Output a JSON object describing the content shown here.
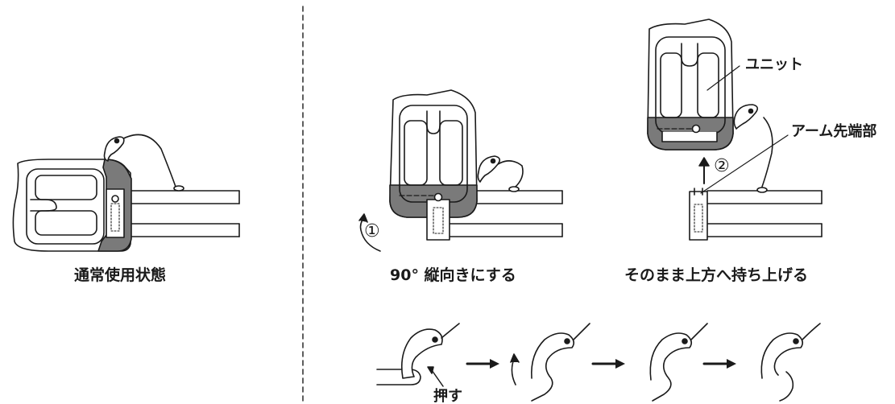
{
  "captions": {
    "normal_use": "通常使用状態",
    "rotate_90": "90° 縦向きにする",
    "lift_up": "そのまま上方へ持ち上げる"
  },
  "callouts": {
    "unit": "ユニット",
    "arm_tip": "アーム先端部",
    "push": "押す"
  },
  "steps": {
    "step1": "①",
    "step2": "②"
  },
  "colors": {
    "line": "#1a1a1a",
    "fill_white": "#ffffff",
    "fill_gray": "#7a7a7a"
  }
}
